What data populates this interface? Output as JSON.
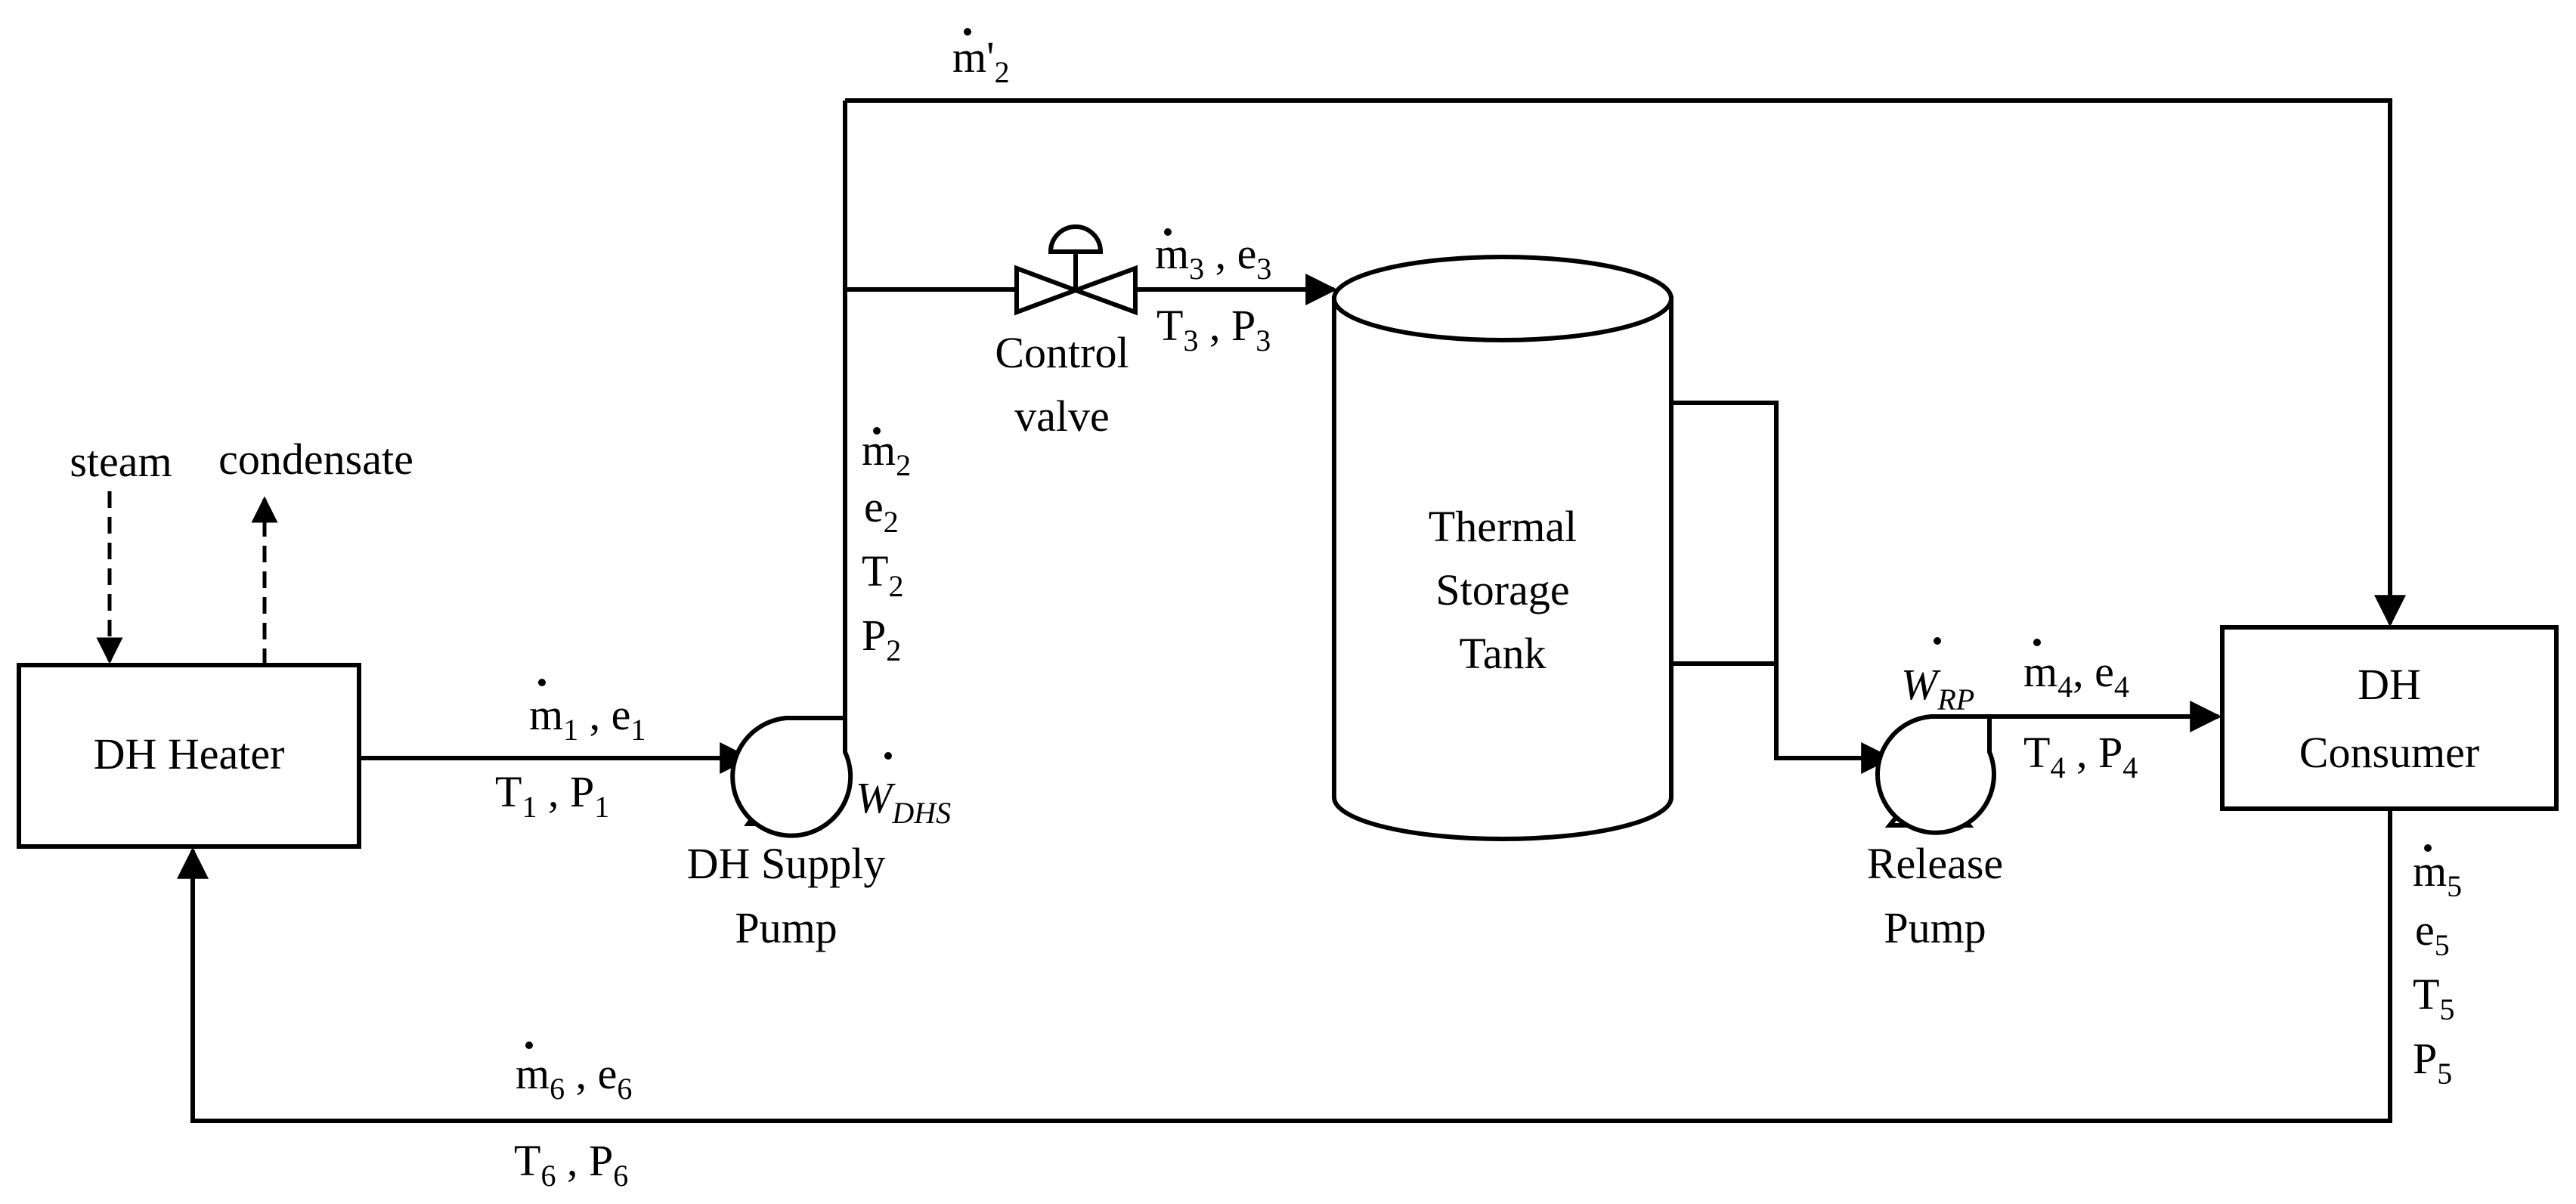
{
  "components": {
    "heater": "DH Heater",
    "consumer_line1": "DH",
    "consumer_line2": "Consumer",
    "tank_line1": "Thermal",
    "tank_line2": "Storage",
    "tank_line3": "Tank",
    "supply_pump_line1": "DH Supply",
    "supply_pump_line2": "Pump",
    "release_pump_line1": "Release",
    "release_pump_line2": "Pump",
    "valve_line1": "Control",
    "valve_line2": "valve"
  },
  "flows": {
    "steam": "steam",
    "condensate": "condensate"
  },
  "symbols": {
    "m": "m",
    "e": "e",
    "T": "T",
    "P": "P",
    "W": "W",
    "comma": ",",
    "prime": "'"
  },
  "indices": {
    "s1": "1",
    "s2": "2",
    "s3": "3",
    "s4": "4",
    "s5": "5",
    "s6": "6",
    "w_dhs": "DHS",
    "w_rp": "RP"
  }
}
